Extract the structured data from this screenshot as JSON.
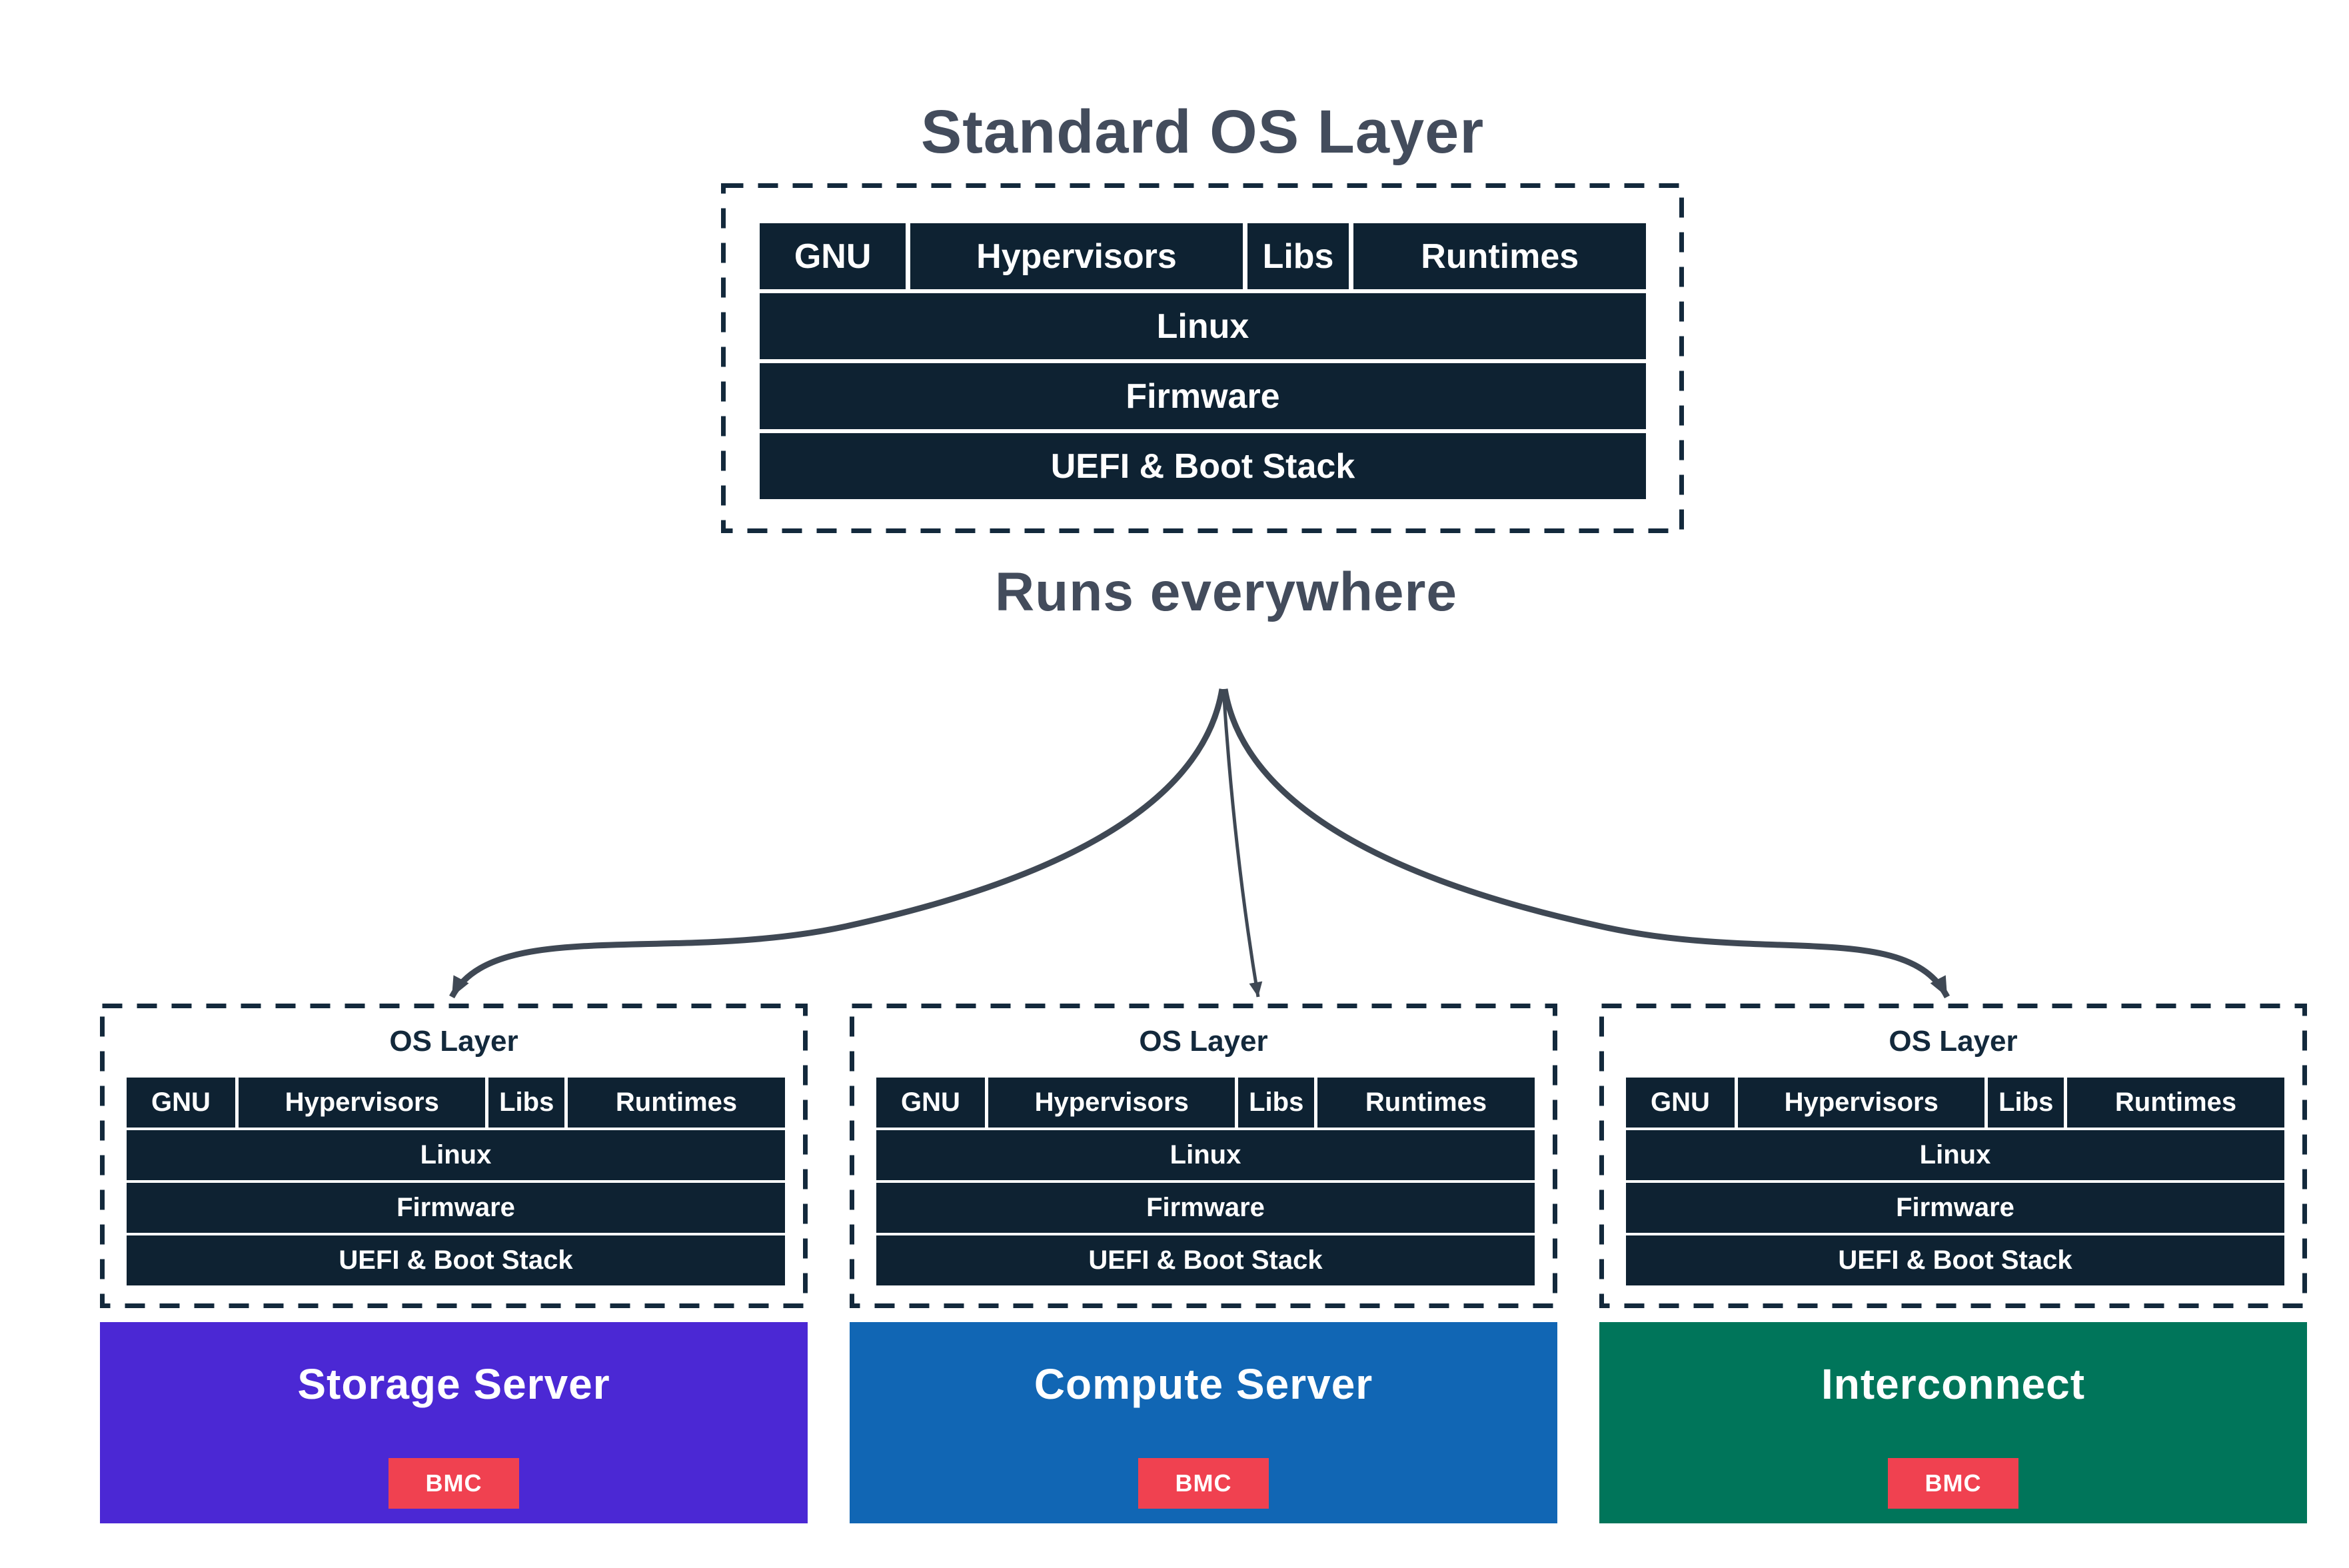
{
  "title": "Standard OS Layer",
  "subtitle": "Runs everywhere",
  "os_layer_label": "OS Layer",
  "stack": {
    "top_row": [
      "GNU",
      "Hypervisors",
      "Libs",
      "Runtimes"
    ],
    "layers": [
      "Linux",
      "Firmware",
      "UEFI & Boot Stack"
    ]
  },
  "servers": [
    {
      "name": "Storage Server",
      "badge": "BMC",
      "color": "#4b28d4"
    },
    {
      "name": "Compute Server",
      "badge": "BMC",
      "color": "#1166b4"
    },
    {
      "name": "Interconnect",
      "badge": "BMC",
      "color": "#00755a"
    }
  ],
  "colors": {
    "background": "#ffffff",
    "stack_fill": "#0e2232",
    "stack_text": "#ffffff",
    "dashed_border": "#13293c",
    "heading_text": "#434c5c",
    "arrow": "#3f4854",
    "badge_red": "#f04150"
  }
}
